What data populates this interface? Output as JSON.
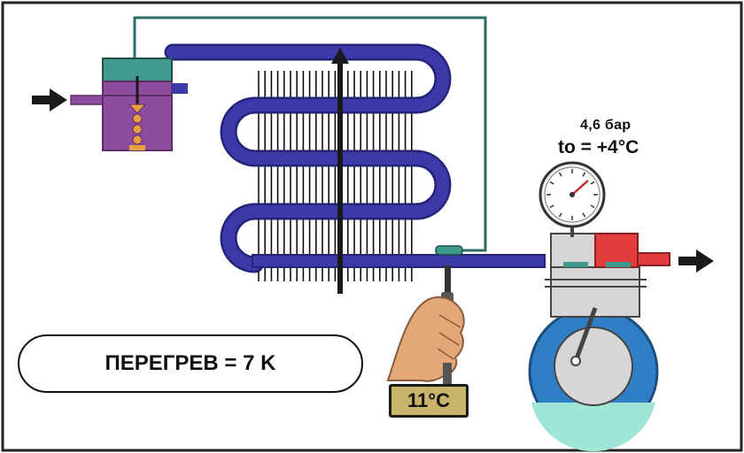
{
  "labels": {
    "pressure": "4,6 бар",
    "evaporation_temp": "to = +4°C",
    "superheat": "ПЕРЕГРЕВ = 7 K",
    "measured_temp": "11°C"
  },
  "colors": {
    "evaporator_tube": "#3b3aa8",
    "valve_body": "#8e4c9e",
    "valve_cap": "#3f9a8d",
    "compressor": "#2f7fc6",
    "compressor_discharge": "#e23c3c",
    "arrow": "#1a1a1a",
    "capillary": "#2d6d66"
  },
  "icons": {
    "gauge": "pressure-gauge-icon",
    "hand": "hand-icon",
    "inlet_arrow": "arrow-right-icon",
    "outlet_arrow": "arrow-right-icon",
    "airflow_arrow": "arrow-up-icon"
  }
}
